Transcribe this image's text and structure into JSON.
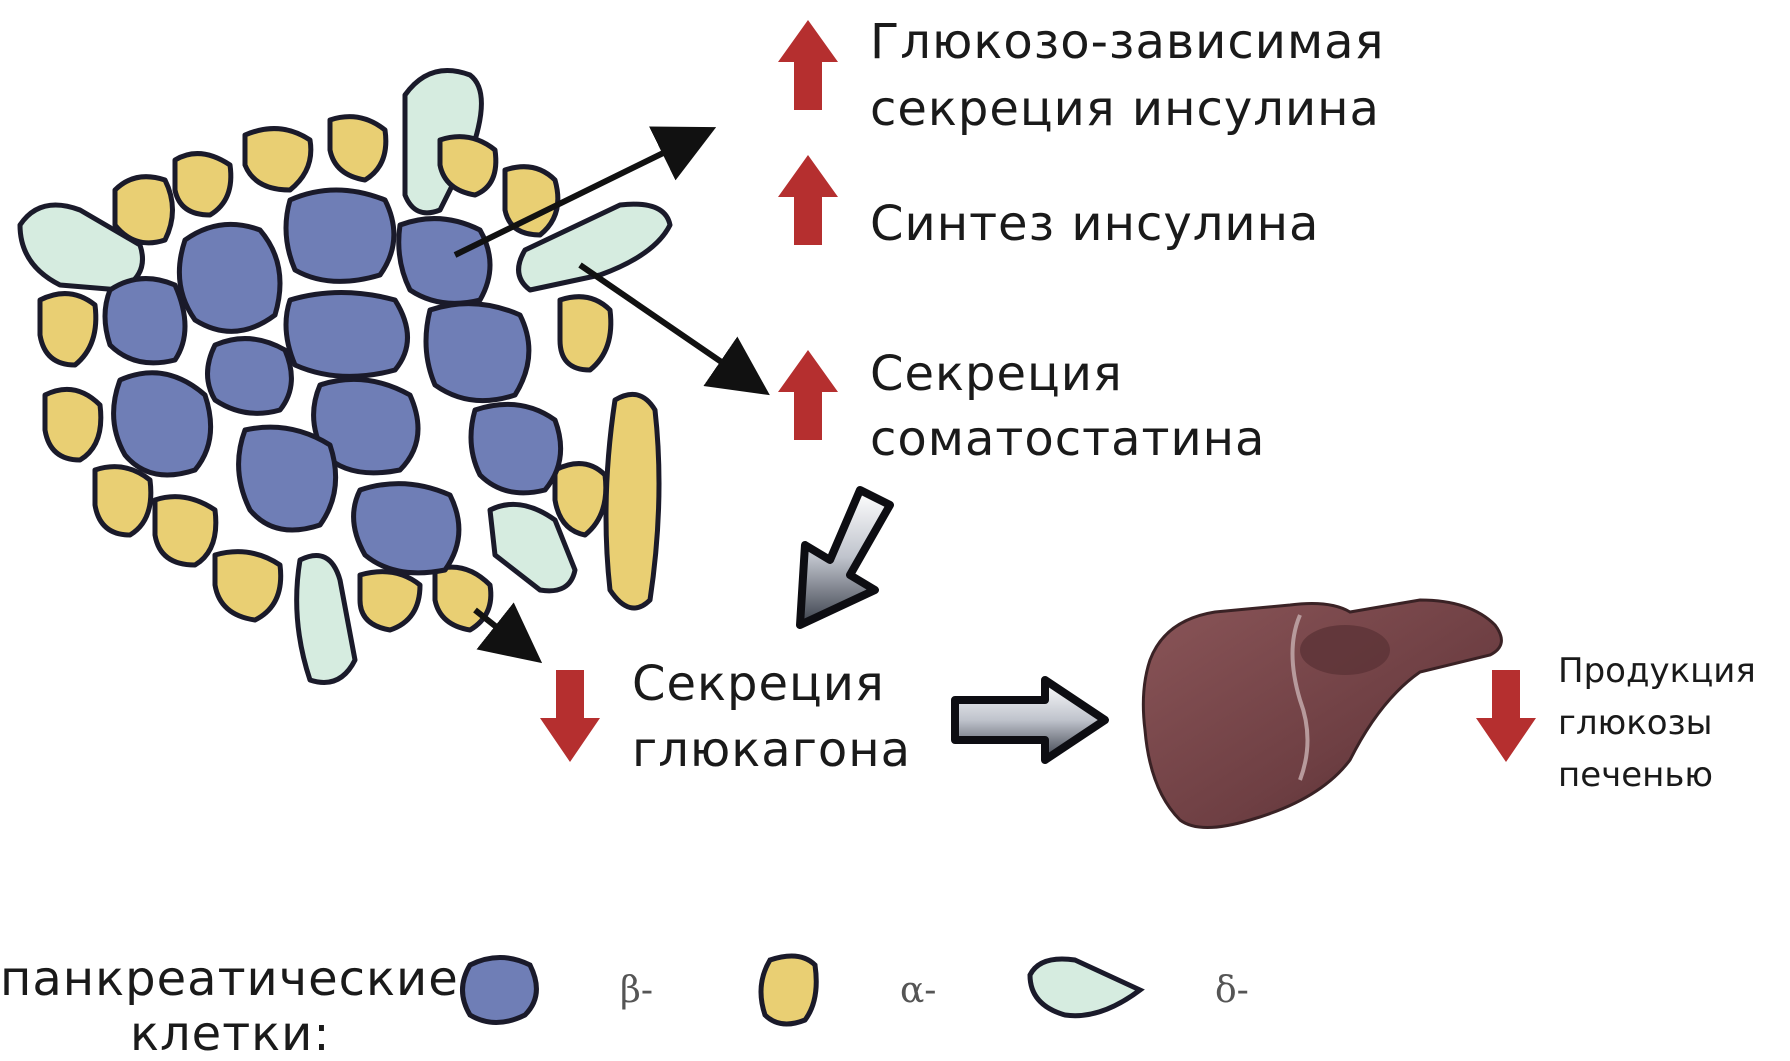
{
  "effects": {
    "insulin_secretion": {
      "line1": "Глюкозо-зависимая",
      "line2": "секреция инсулина",
      "direction": "up"
    },
    "insulin_synthesis": {
      "line1": "Синтез инсулина",
      "direction": "up"
    },
    "somatostatin_secretion": {
      "line1": "Секреция",
      "line2": "соматостатина",
      "direction": "up"
    },
    "glucagon_secretion": {
      "line1": "Секреция",
      "line2": "глюкагона",
      "direction": "down"
    },
    "liver_glucose_production": {
      "line1": "Продукция",
      "line2": "глюкозы",
      "line3": "печенью",
      "direction": "down"
    }
  },
  "legend": {
    "title_line1": "панкреатические",
    "title_line2": "клетки:",
    "items": [
      {
        "label": "β-",
        "color": "#6f7eb6"
      },
      {
        "label": "α-",
        "color": "#e9cf73"
      },
      {
        "label": "δ-",
        "color": "#d6ece0"
      }
    ]
  },
  "colors": {
    "beta_cell": "#6f7eb6",
    "alpha_cell": "#e9cf73",
    "delta_cell": "#d6ece0",
    "up_down_arrow": "#b52f2f",
    "liver": "#7d4a4e"
  }
}
